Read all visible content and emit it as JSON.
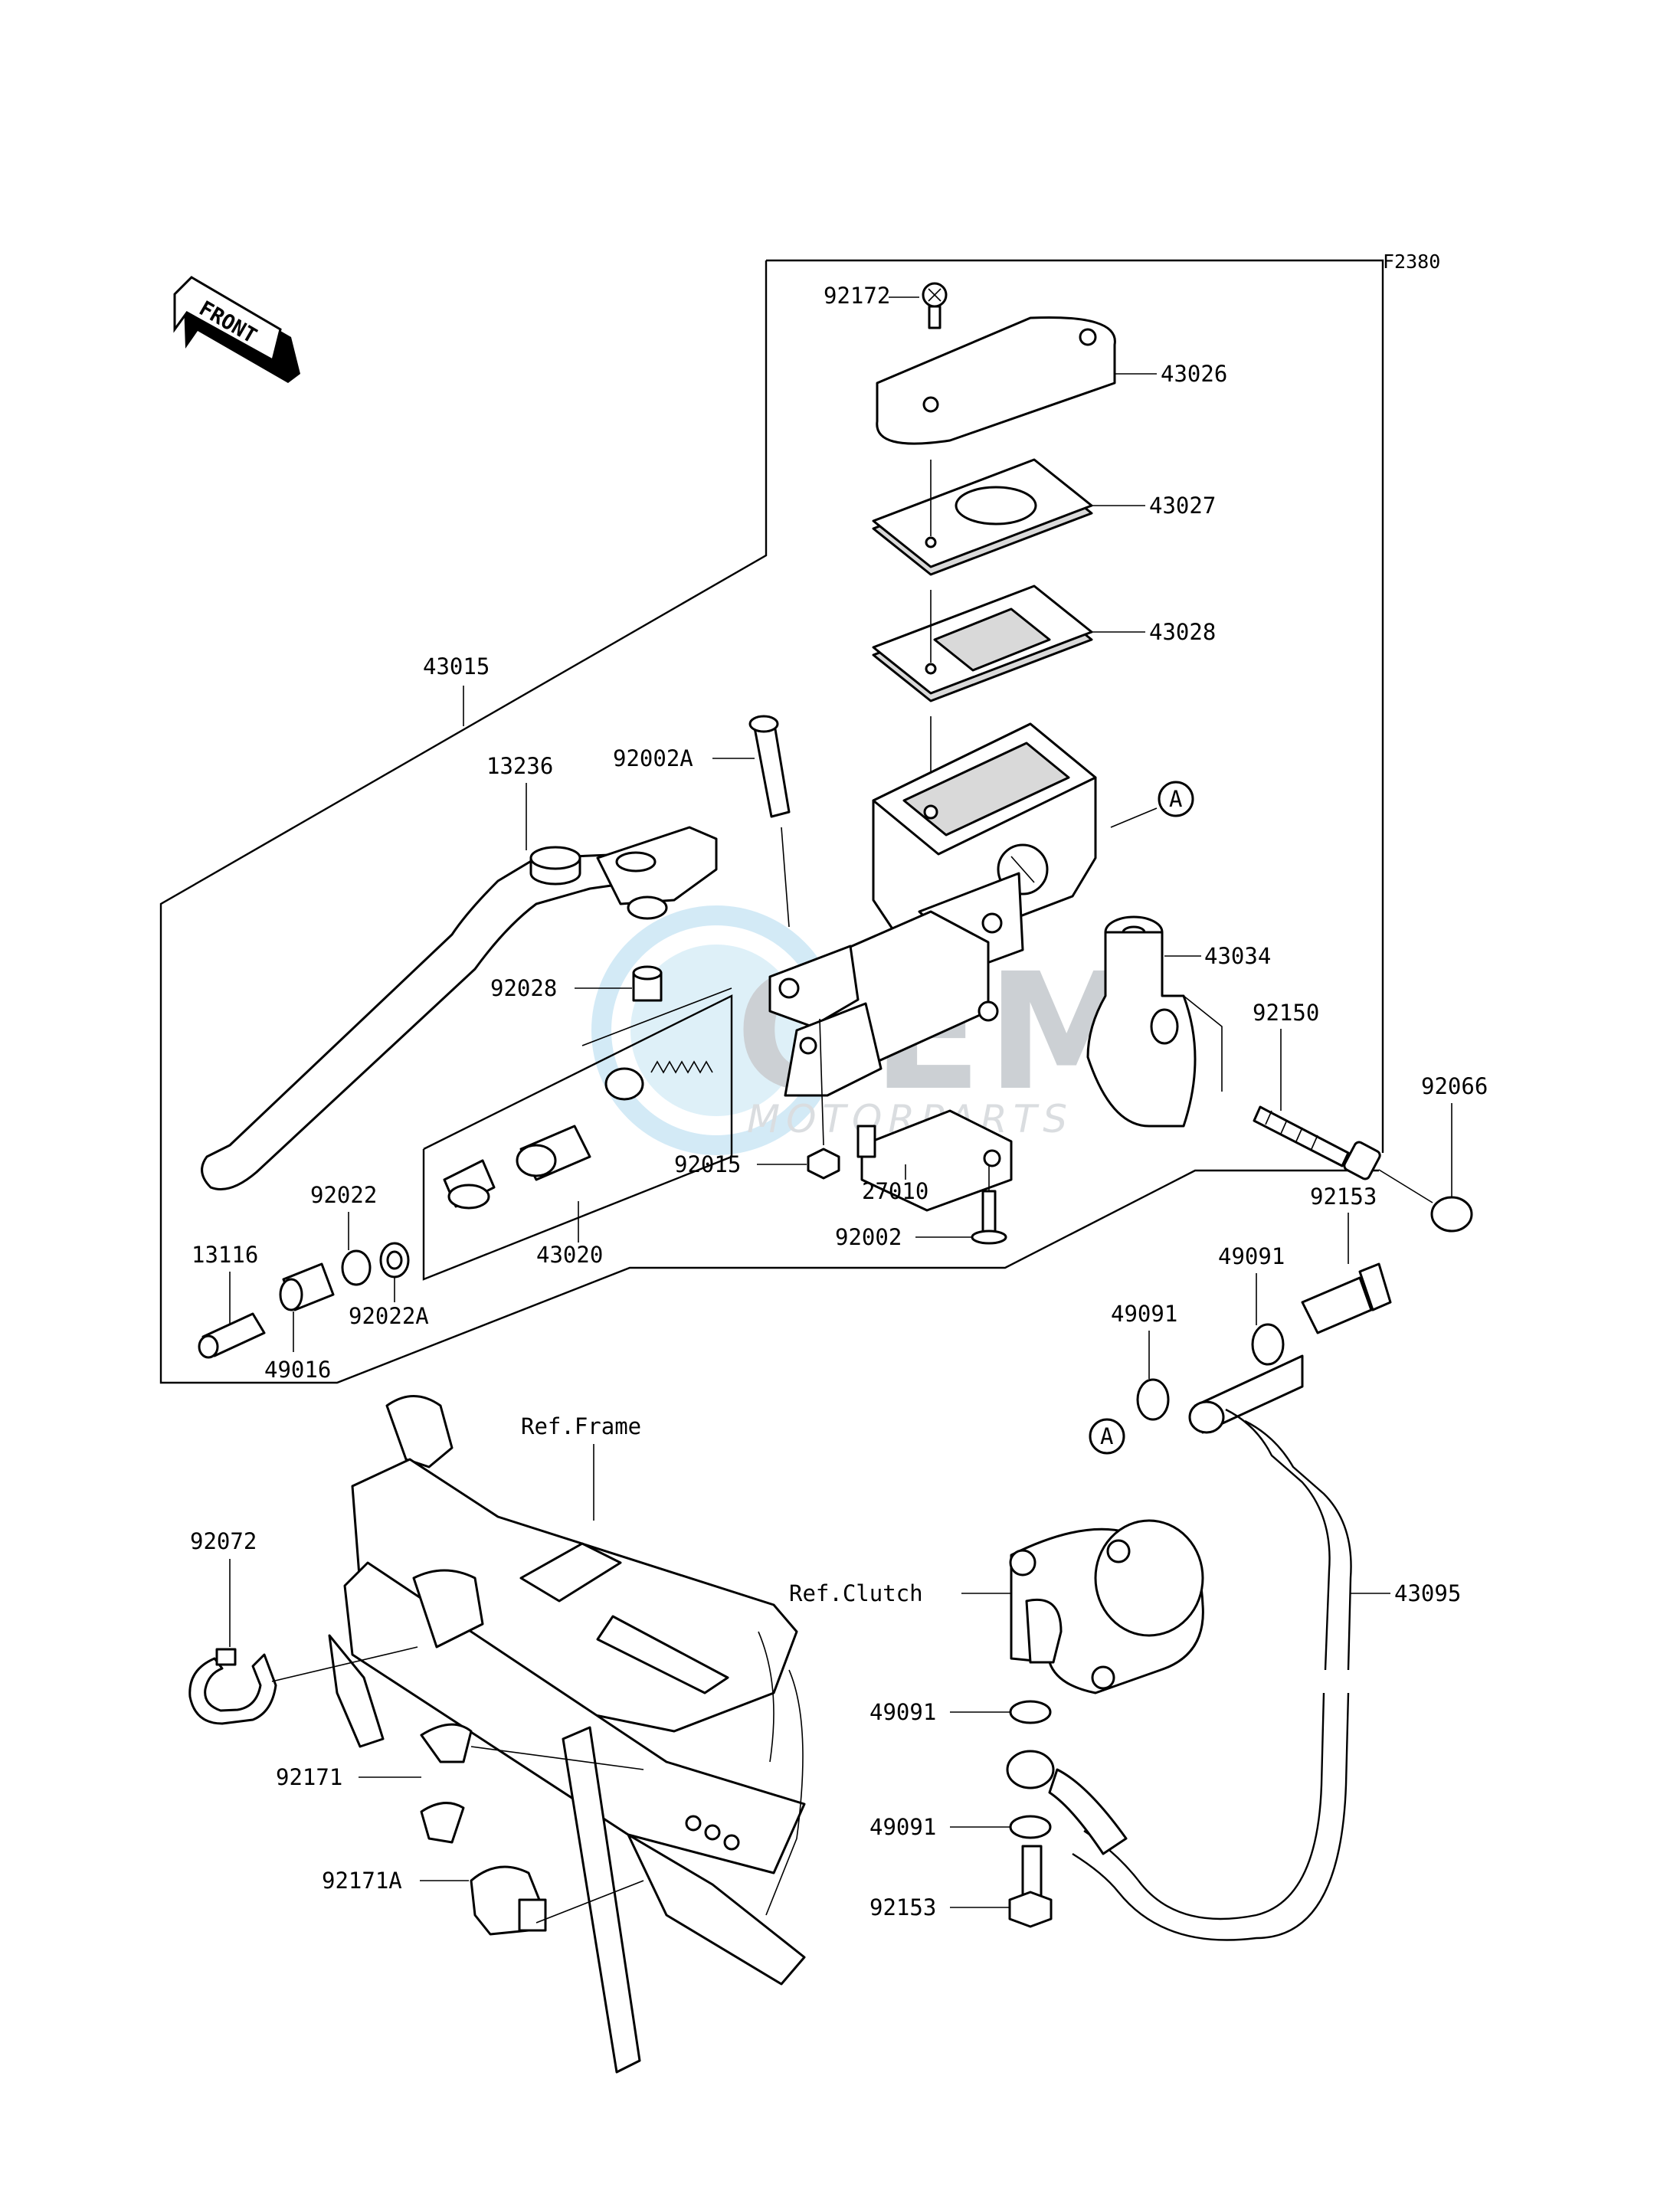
{
  "figure_code": "F2380",
  "front_arrow_text": "FRONT",
  "watermark": {
    "brand": "GEM",
    "sub": "MOTORPARTS"
  },
  "ref_labels": {
    "frame": "Ref.Frame",
    "clutch": "Ref.Clutch"
  },
  "callouts": {
    "p92172": "92172",
    "p43026": "43026",
    "p43027": "43027",
    "p43028": "43028",
    "p43015": "43015",
    "p92002A": "92002A",
    "p13236": "13236",
    "p43034": "43034",
    "p92150": "92150",
    "p92066": "92066",
    "p92028": "92028",
    "p92015": "92015",
    "p27010": "27010",
    "p92002": "92002",
    "p43020": "43020",
    "p92022": "92022",
    "p92022A": "92022A",
    "p13116": "13116",
    "p49016": "49016",
    "p92153_top": "92153",
    "p49091_a": "49091",
    "p49091_b": "49091",
    "p49091_c": "49091",
    "p49091_d": "49091",
    "p92153_bot": "92153",
    "p43095": "43095",
    "p92072": "92072",
    "p92171": "92171",
    "p92171A": "92171A"
  },
  "marker_letter_1": "A",
  "marker_letter_2": "A"
}
